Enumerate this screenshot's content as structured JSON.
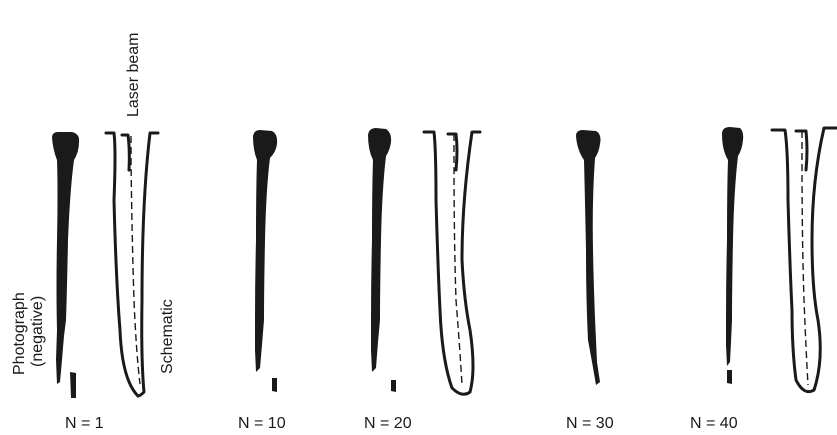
{
  "annotations": {
    "laser_beam": "Laser beam",
    "photograph_line1": "Photograph",
    "photograph_line2": "(negative)",
    "schematic": "Schematic"
  },
  "frames": [
    {
      "label": "N = 1",
      "has_schematic": true
    },
    {
      "label": "N = 10",
      "has_schematic": false
    },
    {
      "label": "N = 20",
      "has_schematic": true
    },
    {
      "label": "N = 30",
      "has_schematic": false
    },
    {
      "label": "N = 40",
      "has_schematic": true
    }
  ],
  "colors": {
    "ink": "#1a1a1a",
    "background": "#ffffff"
  }
}
